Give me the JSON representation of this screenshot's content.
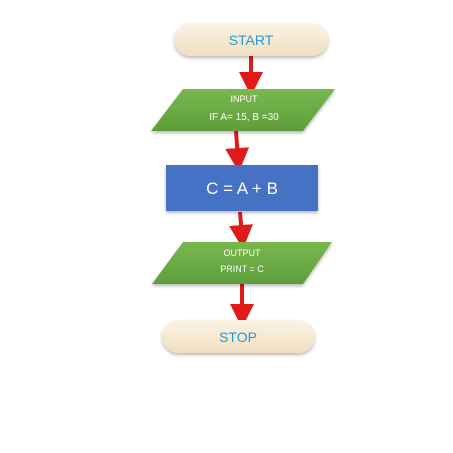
{
  "flowchart": {
    "start": {
      "label": "START"
    },
    "input": {
      "title": "INPUT",
      "detail": "IF A= 15, B =30"
    },
    "process": {
      "label": "C = A + B"
    },
    "output": {
      "title": "OUTPUT",
      "detail": "PRINT = C"
    },
    "stop": {
      "label": "STOP"
    }
  },
  "colors": {
    "terminal_fill": "#f8ecd6",
    "terminal_text": "#1e9bd8",
    "io_fill": "#6fae46",
    "process_fill": "#4472c4",
    "arrow": "#e01919",
    "node_text": "#ffffff"
  }
}
